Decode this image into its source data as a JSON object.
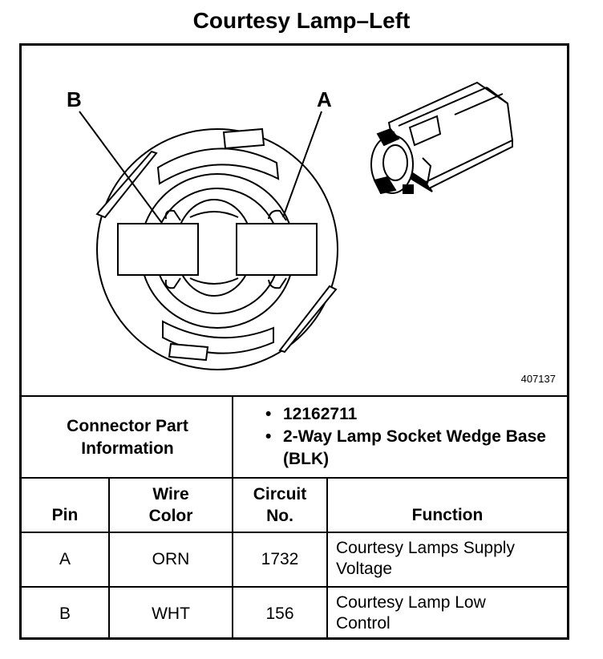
{
  "title": "Courtesy Lamp–Left",
  "diagram": {
    "pin_labels": [
      "B",
      "A"
    ],
    "figure_id": "407137"
  },
  "connector_info": {
    "label_line1": "Connector Part",
    "label_line2": "Information",
    "items": [
      "12162711",
      "2-Way Lamp Socket Wedge Base (BLK)"
    ]
  },
  "table": {
    "headers": {
      "pin": "Pin",
      "wire_color_line1": "Wire",
      "wire_color_line2": "Color",
      "circuit_line1": "Circuit",
      "circuit_line2": "No.",
      "function": "Function"
    },
    "rows": [
      {
        "pin": "A",
        "wire_color": "ORN",
        "circuit": "1732",
        "function": "Courtesy Lamps Supply Voltage"
      },
      {
        "pin": "B",
        "wire_color": "WHT",
        "circuit": "156",
        "function": "Courtesy Lamp Low Control"
      }
    ]
  }
}
